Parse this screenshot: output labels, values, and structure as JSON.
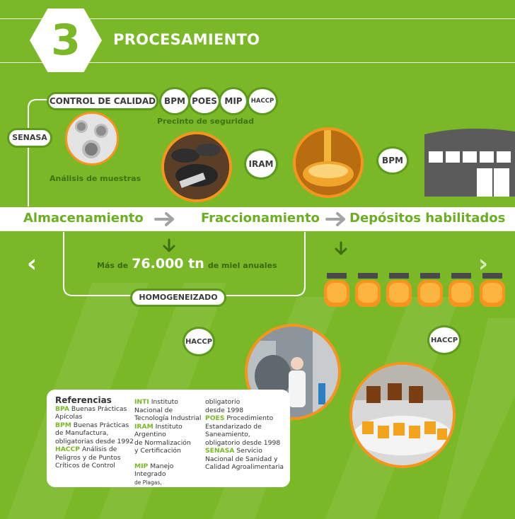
{
  "header": {
    "number": "3",
    "title": "PROCESAMIENTO"
  },
  "badges": {
    "control": "CONTROL DE CALIDAD",
    "bpm": "BPM",
    "poes": "POES",
    "mip": "MIP",
    "haccp": "HACCP",
    "senasa": "SENASA",
    "iram": "IRAM",
    "bpm2": "BPM",
    "homog": "HOMOGENEIZADO",
    "haccp_left": "HACCP",
    "haccp_right": "HACCP"
  },
  "labels": {
    "precinto": "Precinto de seguridad",
    "analisis": "Análisis de muestras",
    "mas_de": "Más de",
    "cantidad": "76.000 tn",
    "de_miel": "de miel anuales"
  },
  "steps": {
    "s1": "Almacenamiento",
    "s2": "Fraccionamiento",
    "s3": "Depósitos habilitados"
  },
  "references": {
    "title": "Referencias",
    "bpa_k": "BPA",
    "bpa_v1": " Buenas Prácticas",
    "bpa_v2": "Apícolas",
    "bpm_k": "BPM",
    "bpm_v1": " Buenas Prácticas",
    "bpm_v2": "de Manufactura,",
    "bpm_v3": "obligatorias desde 1992",
    "haccp_k": "HACCP",
    "haccp_v1": " Análisis de",
    "haccp_v2": "Peligros y de Puntos",
    "haccp_v3": "Críticos de Control",
    "inti_k": "INTI",
    "inti_v1": " Instituto",
    "inti_v2": "Nacional de",
    "inti_v3": "Tecnología Industrial",
    "iram_k": "IRAM",
    "iram_v1": " Instituto",
    "iram_v2": "Argentino",
    "iram_v3": "de Normalización",
    "iram_v4": "y Certificación",
    "mip_k": "MIP",
    "mip_v1": " Manejo Integrado",
    "mip_v2": "de Plagas,",
    "c3_1": "obligatorio",
    "c3_2": "desde 1998",
    "poes_k": "POES",
    "poes_v1": " Procedimiento",
    "poes_v2": "Estandarizado de",
    "poes_v3": "Saneamiento,",
    "poes_v4": "obligatorio desde 1998",
    "senasa_k": "SENASA",
    "senasa_v1": " Servicio",
    "senasa_v2": "Nacional de Sanidad y",
    "senasa_v3": "Calidad Agroalimentaria"
  },
  "nav": {
    "prev": "‹",
    "next": "›"
  },
  "colors": {
    "background": "#7ab827",
    "accent_orange": "#f7941d",
    "text_green": "#6bae21"
  },
  "jars_count": 6
}
